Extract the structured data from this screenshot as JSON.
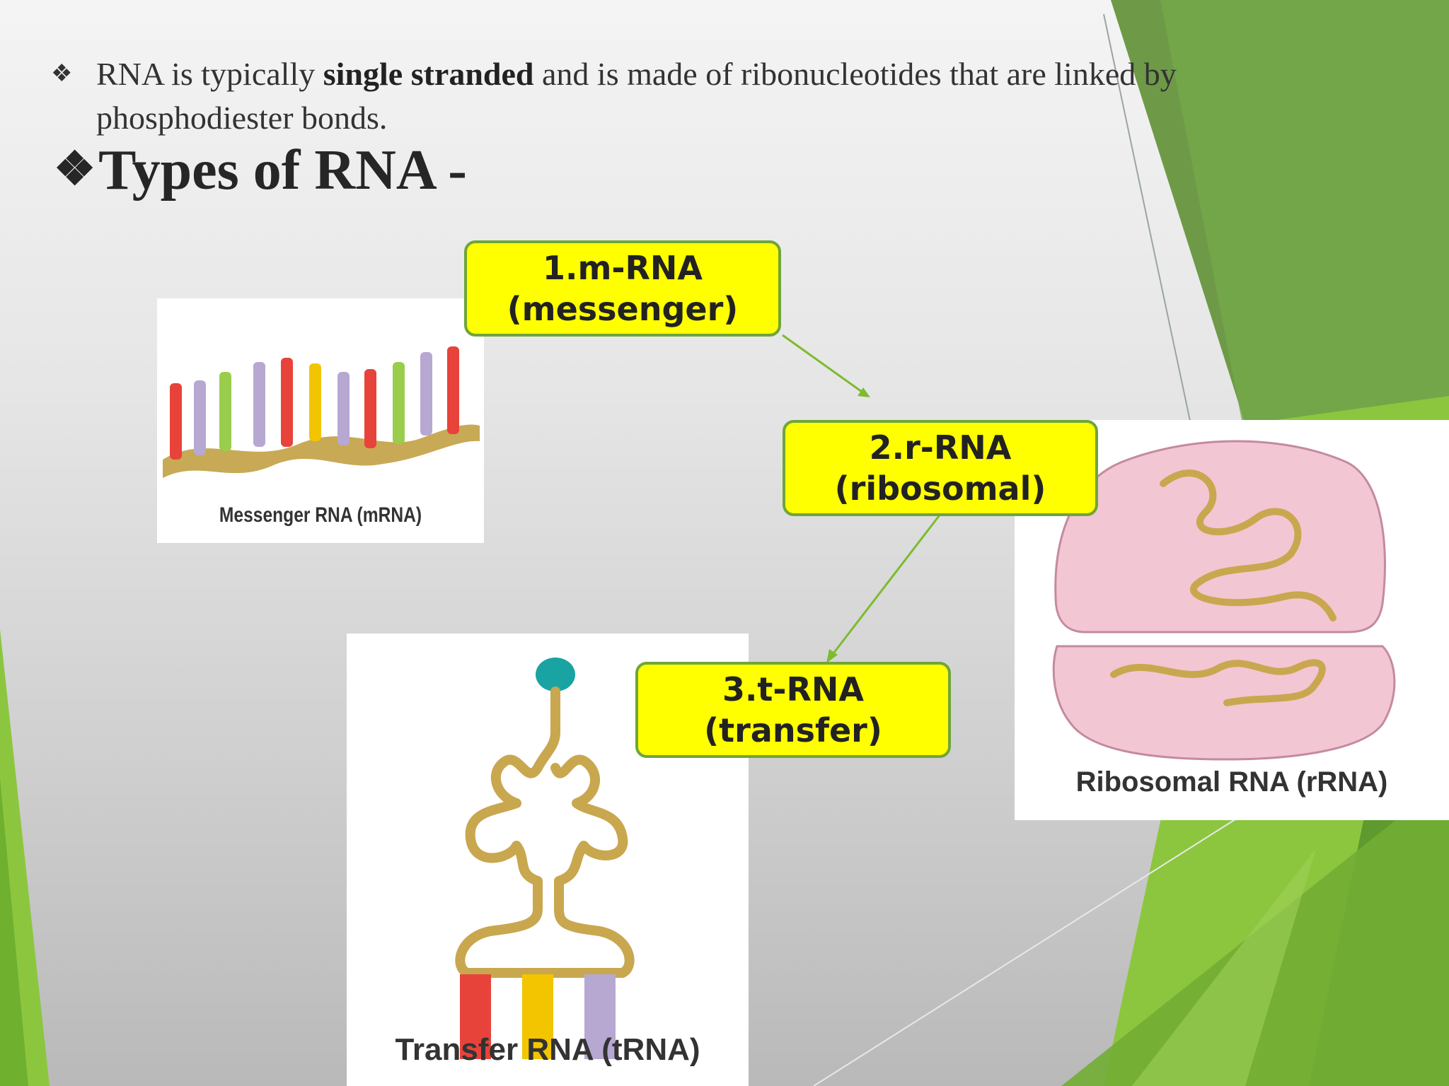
{
  "bullet": {
    "glyph": "❖",
    "text_start": "RNA is typically ",
    "text_bold": "single stranded",
    "text_end": " and is made of ribonucleotides that are linked by phosphodiester bonds."
  },
  "heading": {
    "glyph": "❖",
    "text": "Types of RNA -"
  },
  "labels": {
    "mrna": {
      "line1": "1.m-RNA",
      "line2": "(messenger)"
    },
    "rrna": {
      "line1": "2.r-RNA",
      "line2": "(ribosomal)"
    },
    "trna": {
      "line1": "3.t-RNA",
      "line2": "(transfer)"
    }
  },
  "images": {
    "mrna_caption": "Messenger RNA (mRNA)",
    "rrna_caption": "Ribosomal RNA (rRNA)",
    "trna_caption": "Transfer RNA (tRNA)"
  },
  "colors": {
    "label_fill": "#ffff00",
    "label_border": "#6fa53a",
    "arrow": "#7dbb2f",
    "theme_green": "#6fb02f"
  }
}
